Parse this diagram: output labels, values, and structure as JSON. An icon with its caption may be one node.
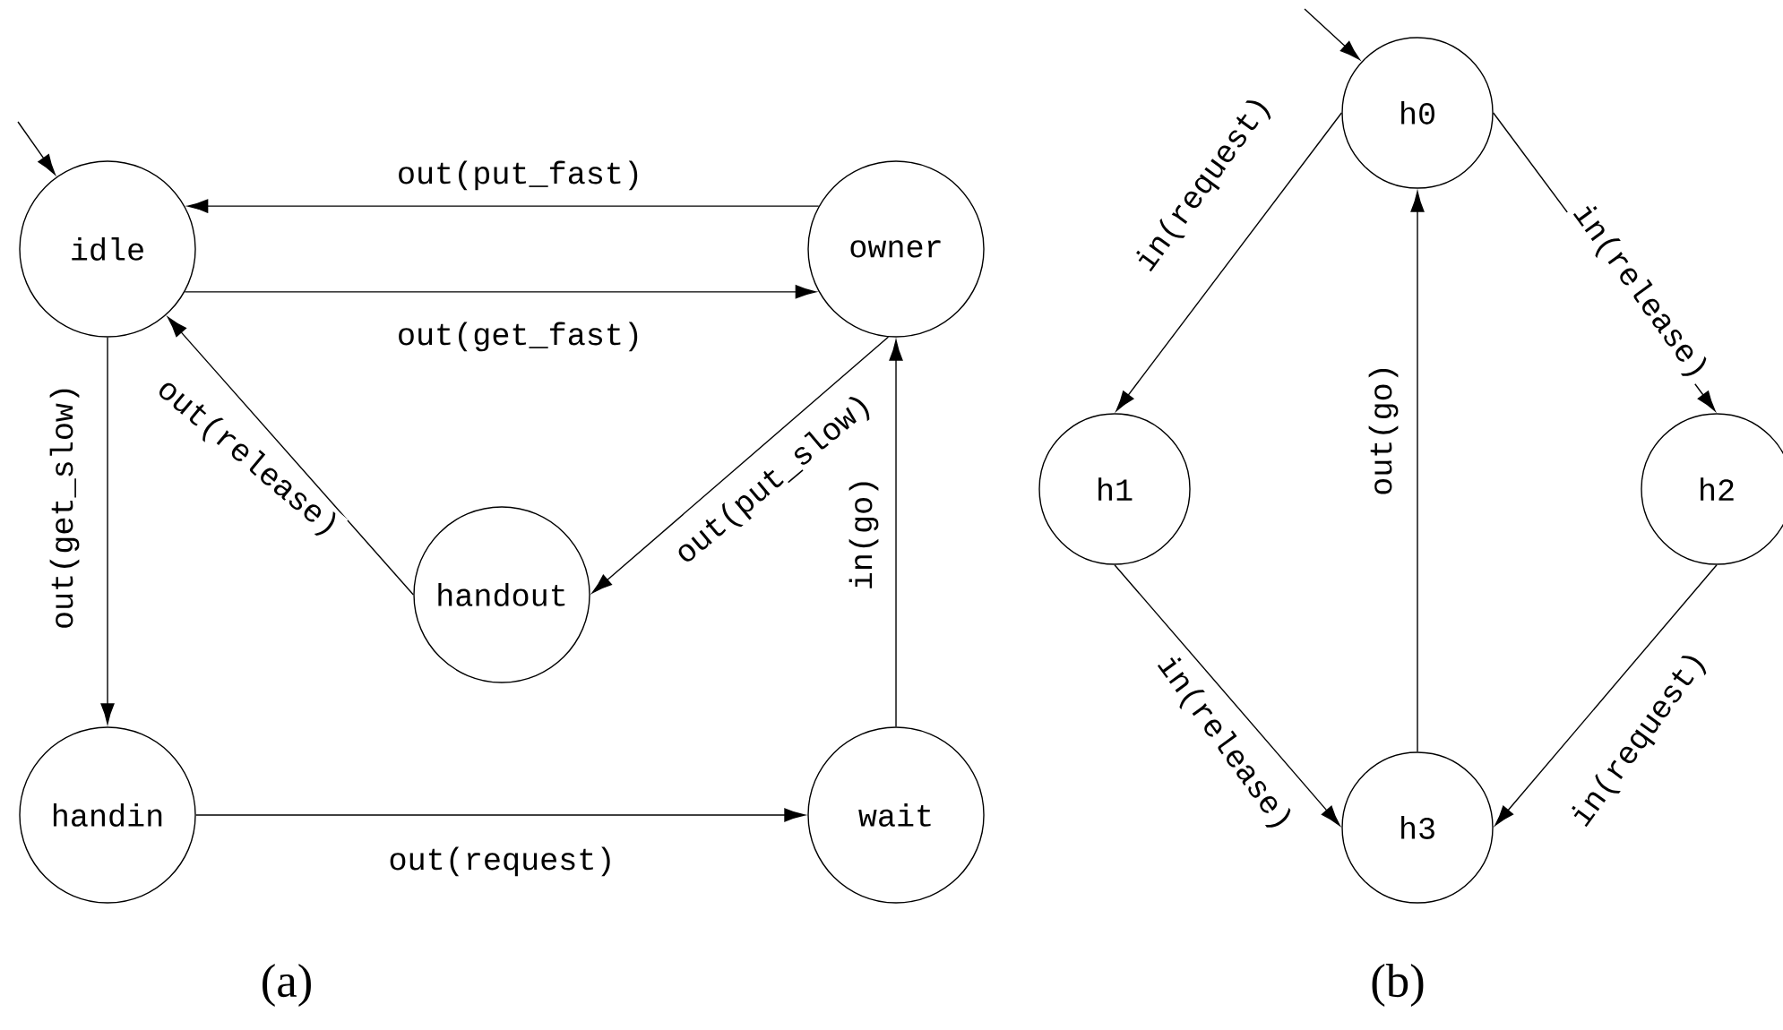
{
  "diagram": {
    "nodes": [
      {
        "text": [
          "idle"
        ]
      },
      {
        "text": [
          "owner"
        ]
      },
      {
        "text": [
          "handout"
        ]
      },
      {
        "text": [
          "handin"
        ]
      },
      {
        "text": [
          "wait"
        ]
      },
      {
        "text": [
          "h0"
        ]
      },
      {
        "text": [
          "h1"
        ]
      },
      {
        "text": [
          "h2"
        ]
      },
      {
        "text": [
          "h3"
        ]
      }
    ],
    "edges": [
      {
        "from": null,
        "to": 0,
        "arrow": "to"
      },
      {
        "from": 1,
        "to": 0,
        "arrow": "to",
        "label": "out(put_fast)"
      },
      {
        "from": 0,
        "to": 1,
        "arrow": "to",
        "label": "out(get_fast)"
      },
      {
        "from": 0,
        "to": 3,
        "arrow": "to",
        "label": "out(get_slow)"
      },
      {
        "from": 2,
        "to": 0,
        "arrow": "to",
        "label": "out(release)"
      },
      {
        "from": 1,
        "to": 2,
        "arrow": "to",
        "label": "out(put_slow)"
      },
      {
        "from": 3,
        "to": 4,
        "arrow": "to",
        "label": "out(request)"
      },
      {
        "from": 4,
        "to": 1,
        "arrow": "to",
        "label": "in(go)"
      },
      {
        "from": null,
        "to": 5,
        "arrow": "to"
      },
      {
        "from": 5,
        "to": 6,
        "arrow": "to",
        "label": "in(request)"
      },
      {
        "from": 5,
        "to": 7,
        "arrow": "to",
        "label": "in(release)"
      },
      {
        "from": 6,
        "to": 8,
        "arrow": "to",
        "label": "in(release)"
      },
      {
        "from": 7,
        "to": 8,
        "arrow": "to",
        "label": "in(request)"
      },
      {
        "from": 8,
        "to": 5,
        "arrow": "to",
        "label": "out(go)"
      }
    ],
    "labels": [
      "(a)",
      "(b)"
    ]
  }
}
